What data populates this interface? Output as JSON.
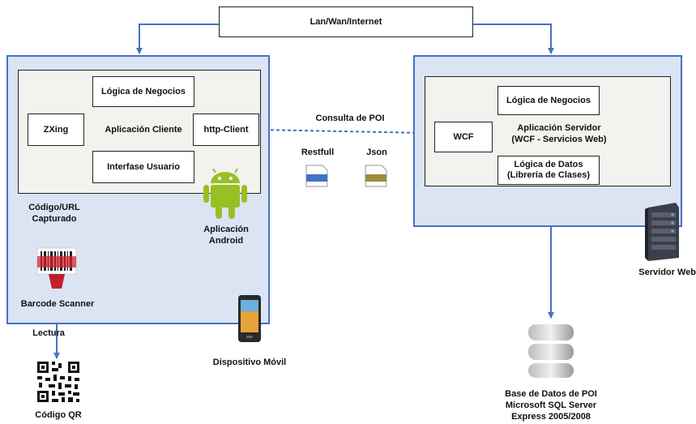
{
  "network": {
    "label": "Lan/Wan/Internet"
  },
  "client": {
    "business_logic": "Lógica de Negocios",
    "app_label": "Aplicación Cliente",
    "zxing": "ZXing",
    "http_client": "http-Client",
    "ui_label": "Interfase Usuario",
    "android_label": "Aplicación Android",
    "captured_label": "Código/URL Capturado",
    "barcode_label": "Barcode Scanner",
    "device_label": "Dispositivo Móvil"
  },
  "middle": {
    "query_label": "Consulta de POI",
    "restfull_label": "Restfull",
    "json_label": "Json"
  },
  "server": {
    "business_logic": "Lógica de Negocios",
    "wcf": "WCF",
    "app_label": "Aplicación Servidor",
    "app_sublabel": "(WCF - Servicios Web)",
    "data_logic": "Lógica de Datos",
    "data_logic_sub": "(Librería de Clases)",
    "server_label": "Servidor Web"
  },
  "database": {
    "line1": "Base de Datos de POI",
    "line2": "Microsoft SQL Server",
    "line3": "Express 2005/2008"
  },
  "reading": {
    "label": "Lectura",
    "qr_label": "Código QR"
  },
  "colors": {
    "arrow": "#4472c4",
    "panel_fill": "#dbe4f3",
    "android_green": "#97c024"
  }
}
